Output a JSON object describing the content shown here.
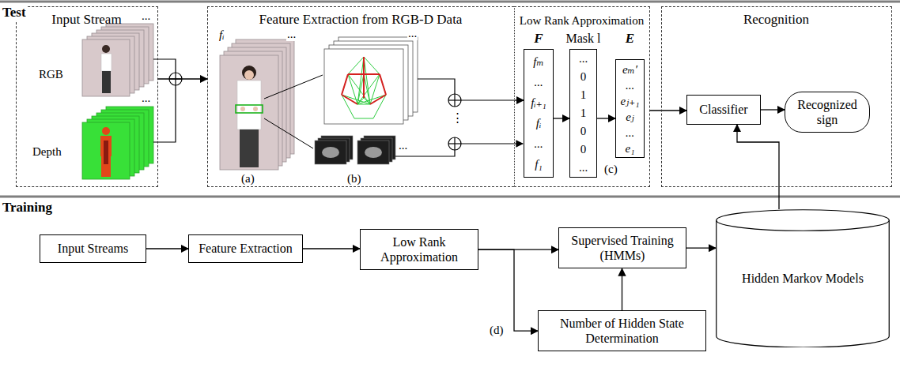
{
  "diagram": {
    "nodes": [
      {
        "text": [
          "Input Stream"
        ]
      },
      {
        "text": [
          "Feature Extraction from RGB-D Data"
        ]
      },
      {
        "text": [
          "Low Rank Approximation"
        ]
      },
      {
        "text": [
          "F",
          "fₘ",
          "...",
          "fᵢ₊₁",
          "fᵢ",
          "...",
          "f₁"
        ],
        "in": 2
      },
      {
        "text": [
          "Mask l",
          "...",
          "0",
          "1",
          "1",
          "0",
          "0",
          "..."
        ],
        "in": 2
      },
      {
        "text": [
          "E",
          "eₘ′",
          "...",
          "eⱼ₊₁",
          "eⱼ",
          "...",
          "e₁"
        ],
        "in": 2
      },
      {
        "text": [
          "Recognition"
        ]
      },
      {
        "text": [
          "Classifier"
        ],
        "in": 6
      },
      {
        "text": [
          "Recognized sign"
        ],
        "in": 6
      },
      {
        "text": [
          "Input Streams"
        ]
      },
      {
        "text": [
          "Feature Extraction"
        ]
      },
      {
        "text": [
          "Low Rank Approximation"
        ]
      },
      {
        "text": [
          "Supervised Training (HMMs)"
        ]
      },
      {
        "text": [
          "Number of Hidden State Determination"
        ]
      },
      {
        "text": [
          "Hidden Markov Models"
        ]
      }
    ],
    "edges": [
      {
        "from": 0,
        "to": 1,
        "arrow": "to"
      },
      {
        "from": 1,
        "to": 3,
        "arrow": "to"
      },
      {
        "from": 3,
        "to": 4,
        "arrow": "to"
      },
      {
        "from": 4,
        "to": 5,
        "arrow": "to"
      },
      {
        "from": 2,
        "to": 7,
        "arrow": "to"
      },
      {
        "from": 7,
        "to": 8,
        "arrow": "to"
      },
      {
        "from": 9,
        "to": 10,
        "arrow": "to"
      },
      {
        "from": 10,
        "to": 11,
        "arrow": "to"
      },
      {
        "from": 11,
        "to": 12,
        "arrow": "to"
      },
      {
        "from": 11,
        "to": 13,
        "arrow": "to"
      },
      {
        "from": 13,
        "to": 12,
        "arrow": "to"
      },
      {
        "from": 12,
        "to": 14,
        "arrow": "to"
      },
      {
        "from": 14,
        "to": 7,
        "arrow": "to"
      }
    ],
    "labels": [
      "Test",
      "Training",
      "RGB",
      "Depth",
      "...",
      "...",
      "fᵢ",
      "...",
      "...",
      "...",
      "⋮",
      "(a)",
      "(b)",
      "(c)",
      "(d)"
    ]
  }
}
